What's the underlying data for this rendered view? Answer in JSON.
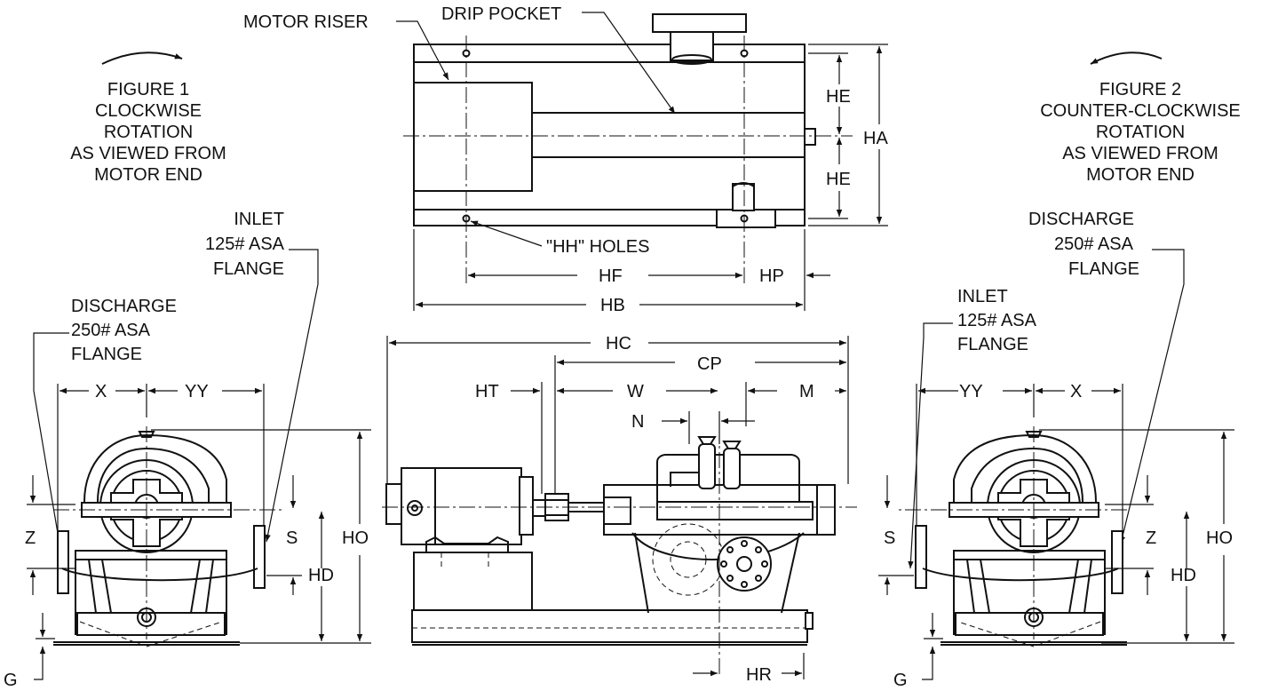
{
  "labels": {
    "motor_riser": "MOTOR RISER",
    "drip_pocket": "DRIP POCKET",
    "hh_holes": "\"HH\" HOLES",
    "figure1": [
      "FIGURE 1",
      "CLOCKWISE",
      "ROTATION",
      "AS VIEWED FROM",
      "MOTOR END"
    ],
    "figure2": [
      "FIGURE 2",
      "COUNTER-CLOCKWISE",
      "ROTATION",
      "AS VIEWED FROM",
      "MOTOR END"
    ],
    "inlet_left": [
      "INLET",
      "125# ASA",
      "FLANGE"
    ],
    "discharge_left": [
      "DISCHARGE",
      "250# ASA",
      "FLANGE"
    ],
    "discharge_right": [
      "DISCHARGE",
      "250# ASA",
      "FLANGE"
    ],
    "inlet_right": [
      "INLET",
      "125# ASA",
      "FLANGE"
    ]
  },
  "dims": {
    "HE": "HE",
    "HA": "HA",
    "HF": "HF",
    "HP": "HP",
    "HB": "HB",
    "HC": "HC",
    "CP": "CP",
    "HT": "HT",
    "W": "W",
    "M": "M",
    "N": "N",
    "HR": "HR",
    "X": "X",
    "YY": "YY",
    "Z": "Z",
    "S": "S",
    "HO": "HO",
    "HD": "HD",
    "G": "G"
  }
}
